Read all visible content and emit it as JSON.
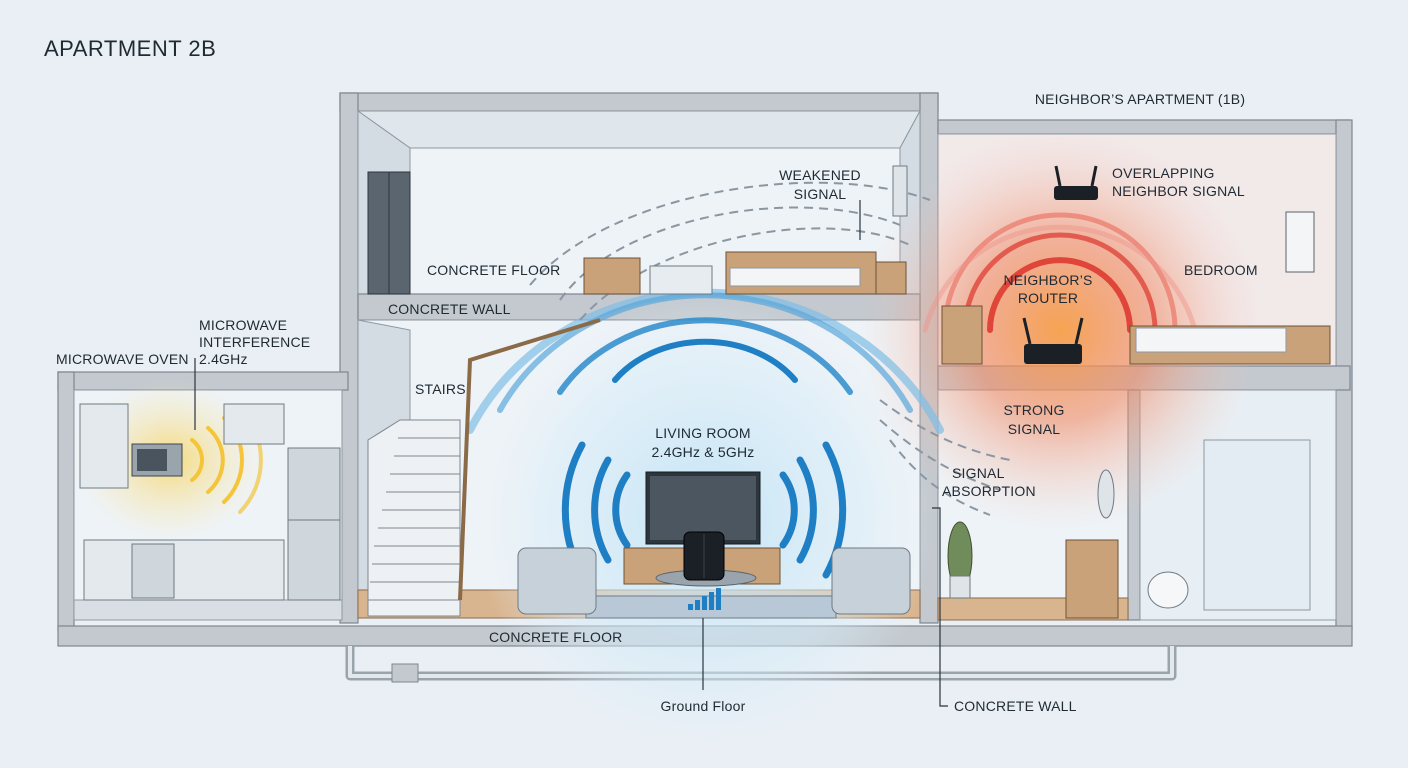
{
  "title": "APARTMENT 2B",
  "labels": {
    "neighbor_apartment": "NEIGHBOR’S APARTMENT (1B)",
    "weakened_signal": [
      "WEAKENED",
      "SIGNAL"
    ],
    "overlapping_signal": [
      "OVERLAPPING",
      "NEIGHBOR SIGNAL"
    ],
    "concrete_floor_upper": "CONCRETE FLOOR",
    "concrete_wall_upper": "CONCRETE WALL",
    "bedroom": "BEDROOM",
    "neighbors_router": [
      "NEIGHBOR’S",
      "ROUTER"
    ],
    "microwave_interference": [
      "MICROWAVE",
      "INTERFERENCE",
      "2.4GHz"
    ],
    "microwave_oven": "MICROWAVE OVEN",
    "stairs": "STAIRS",
    "strong_signal": [
      "STRONG",
      "SIGNAL"
    ],
    "living_room": [
      "LIVING ROOM",
      "2.4GHz & 5GHz"
    ],
    "signal_absorption": [
      "SIGNAL",
      "ABSORPTION"
    ],
    "concrete_floor_lower": "CONCRETE FLOOR",
    "ground_floor": "Ground Floor",
    "concrete_wall_lower": "CONCRETE WALL"
  },
  "colors": {
    "background": "#e9eff5",
    "wifi_blue": "#1f7fc4",
    "neighbor_red": "#e0453a",
    "neighbor_orange": "#f39b3c",
    "microwave_yellow": "#f4c53a",
    "concrete": "#c3c9cf"
  },
  "icons": [
    "router-icon",
    "neighbor-router-icon",
    "microwave-icon",
    "tv-icon",
    "signal-bars-icon"
  ]
}
